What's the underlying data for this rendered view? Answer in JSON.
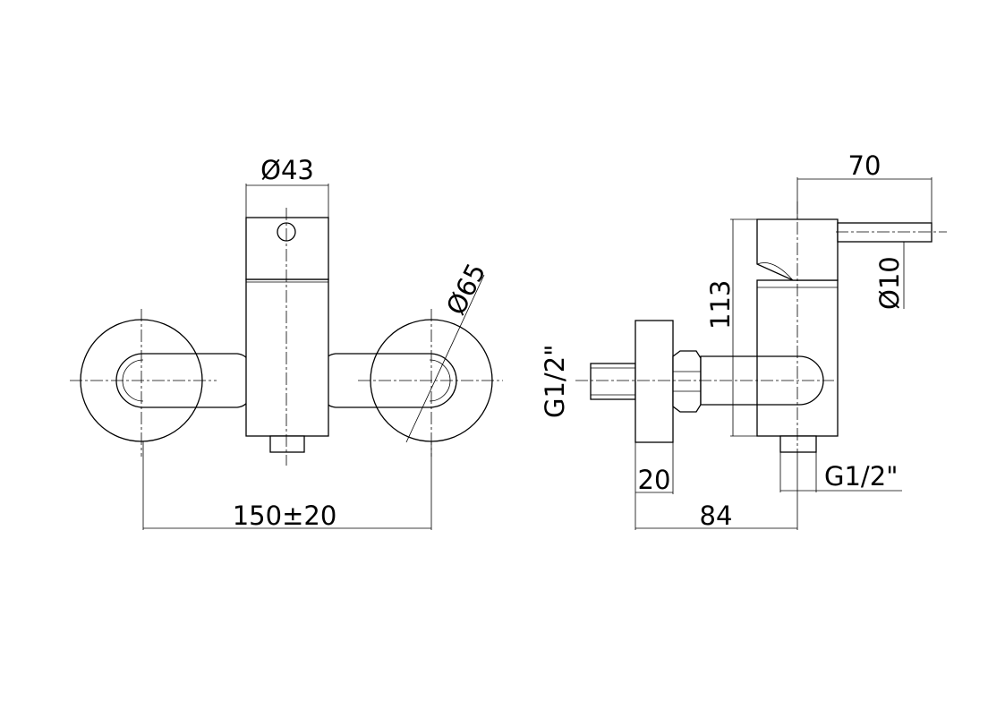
{
  "dimensions": {
    "body_diameter": "Ø43",
    "flange_diameter": "Ø65",
    "center_distance": "150±20",
    "projection": "70",
    "height": "113",
    "lever_diameter": "Ø10",
    "inlet_thread": "G1/2\"",
    "flange_thickness": "20",
    "depth": "84",
    "outlet_thread": "G1/2\""
  }
}
